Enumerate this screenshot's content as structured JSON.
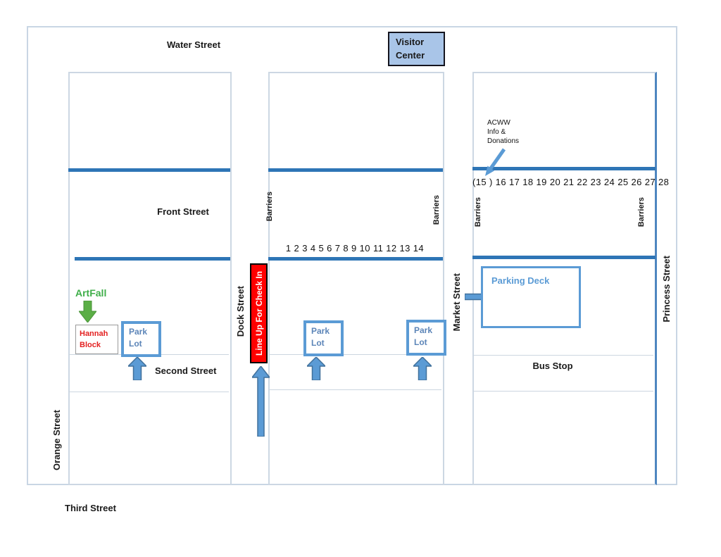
{
  "map": {
    "streets": {
      "water": "Water Street",
      "front": "Front Street",
      "second": "Second Street",
      "third": "Third Street",
      "dock": "Dock Street",
      "market": "Market Street",
      "princess": "Princess Street",
      "orange": "Orange Street"
    },
    "visitor_center": {
      "line1": "Visitor",
      "line2": "Center"
    },
    "acww": {
      "line1": "ACWW",
      "line2": "Info &",
      "line3": "Donations"
    },
    "barriers_label": "Barriers",
    "booth_numbers_middle": "1 2 3 4 5 6 7 8 9 10 11 12 13 14",
    "booth_numbers_right": "(15 ) 16 17 18 19 20 21 22 23 24 25 26 27 28",
    "artfall": "ArtFall",
    "hannah_block": {
      "line1": "Hannah",
      "line2": "Block"
    },
    "park_lot": {
      "line1": "Park",
      "line2": "Lot"
    },
    "checkin": "Line Up For Check In",
    "parking_deck": "Parking Deck",
    "bus_stop": "Bus Stop"
  },
  "colors": {
    "barrier_line": "#2E75B6",
    "accent_blue": "#5B9BD5",
    "arrow_outline": "#41719C",
    "block_border": "#CCD7E3",
    "visitor_center_fill": "#A9C5E8",
    "visitor_center_border": "#14141E",
    "checkin_red": "#FF0000",
    "artfall_green": "#3FAE49",
    "green_arrow": "#5BAE46",
    "hannah_red": "#E32020",
    "right_block_edge": "#4E86C0"
  }
}
